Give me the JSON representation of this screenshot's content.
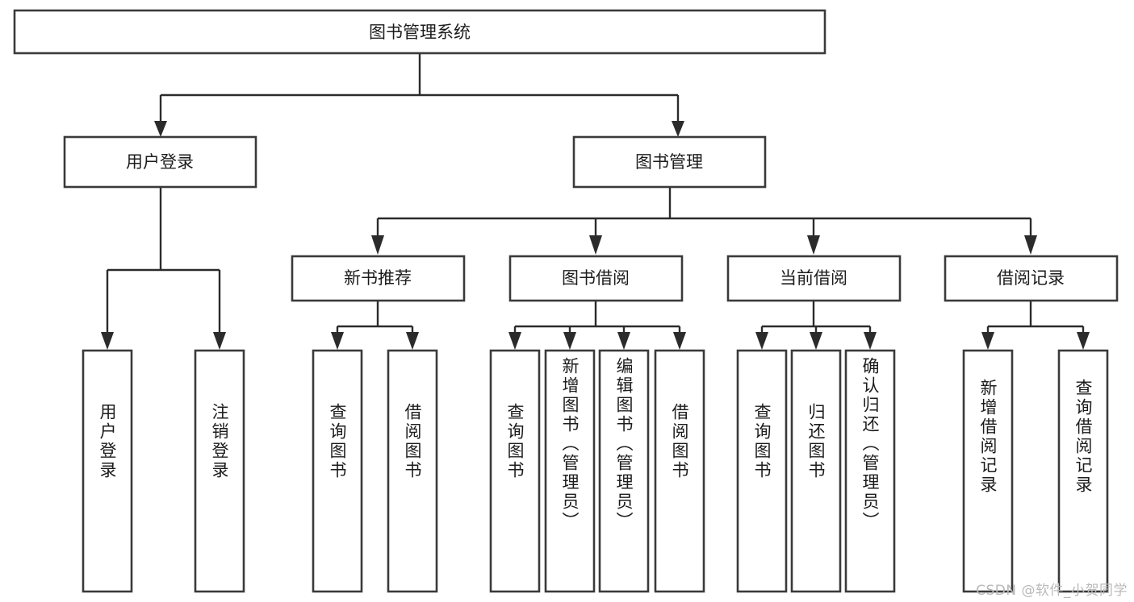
{
  "diagram": {
    "title": "图书管理系统",
    "type": "tree",
    "orientation": "top-down",
    "colors": {
      "box_fill": "#ffffff",
      "box_stroke": "#3a3a3a",
      "connector": "#2b2b2b",
      "text": "#1c1c1c",
      "watermark": "#b9b9b9",
      "background": "#ffffff"
    },
    "root": {
      "id": "root",
      "label": "图书管理系统",
      "text_direction": "horizontal"
    },
    "level2": [
      {
        "id": "user-login",
        "label": "用户登录",
        "text_direction": "horizontal"
      },
      {
        "id": "book-management",
        "label": "图书管理",
        "text_direction": "horizontal"
      }
    ],
    "level3": [
      {
        "id": "new-book-recommend",
        "label": "新书推荐",
        "parent": "book-management",
        "text_direction": "horizontal"
      },
      {
        "id": "book-borrow",
        "label": "图书借阅",
        "parent": "book-management",
        "text_direction": "horizontal"
      },
      {
        "id": "current-borrow",
        "label": "当前借阅",
        "parent": "book-management",
        "text_direction": "horizontal"
      },
      {
        "id": "borrow-record",
        "label": "借阅记录",
        "parent": "book-management",
        "text_direction": "horizontal"
      }
    ],
    "leaves": [
      {
        "id": "leaf-user-login",
        "label": "用户登录",
        "parent": "user-login",
        "text_direction": "vertical"
      },
      {
        "id": "leaf-logout",
        "label": "注销登录",
        "parent": "user-login",
        "text_direction": "vertical"
      },
      {
        "id": "leaf-query-book-1",
        "label": "查询图书",
        "parent": "new-book-recommend",
        "text_direction": "vertical"
      },
      {
        "id": "leaf-borrow-book-1",
        "label": "借阅图书",
        "parent": "new-book-recommend",
        "text_direction": "vertical"
      },
      {
        "id": "leaf-query-book-2",
        "label": "查询图书",
        "parent": "book-borrow",
        "text_direction": "vertical"
      },
      {
        "id": "leaf-add-book",
        "label": "新增图书（管理员）",
        "parent": "book-borrow",
        "text_direction": "vertical"
      },
      {
        "id": "leaf-edit-book",
        "label": "编辑图书（管理员）",
        "parent": "book-borrow",
        "text_direction": "vertical"
      },
      {
        "id": "leaf-borrow-book-2",
        "label": "借阅图书",
        "parent": "book-borrow",
        "text_direction": "vertical"
      },
      {
        "id": "leaf-query-book-3",
        "label": "查询图书",
        "parent": "current-borrow",
        "text_direction": "vertical"
      },
      {
        "id": "leaf-return-book",
        "label": "归还图书",
        "parent": "current-borrow",
        "text_direction": "vertical"
      },
      {
        "id": "leaf-confirm-return",
        "label": "确认归还（管理员）",
        "parent": "current-borrow",
        "text_direction": "vertical"
      },
      {
        "id": "leaf-add-record",
        "label": "新增借阅记录",
        "parent": "borrow-record",
        "text_direction": "vertical"
      },
      {
        "id": "leaf-query-record",
        "label": "查询借阅记录",
        "parent": "borrow-record",
        "text_direction": "vertical"
      }
    ],
    "watermark": "CSDN @软件_小贺同学"
  }
}
